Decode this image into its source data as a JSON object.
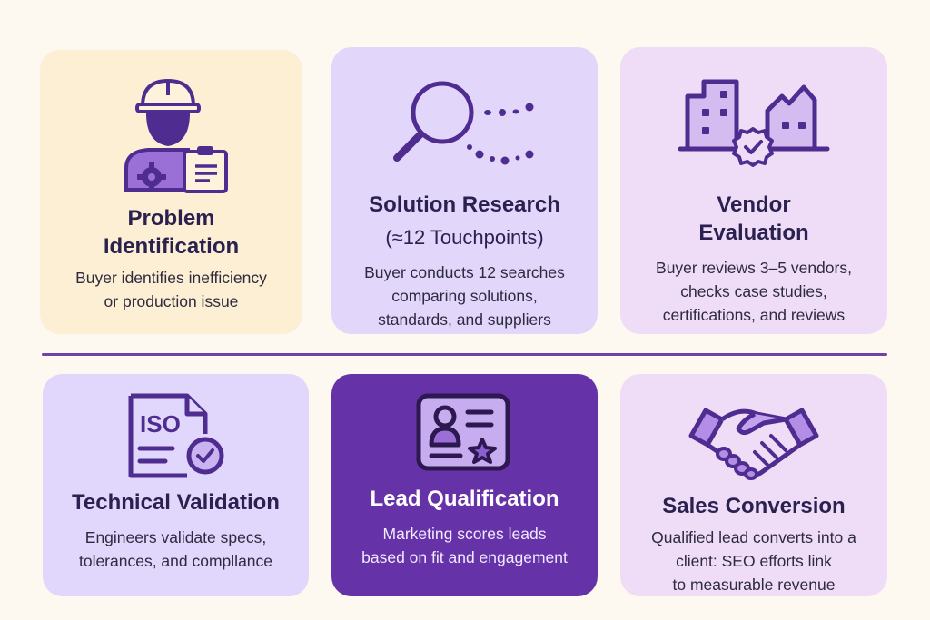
{
  "colors": {
    "background": "#fdf8f0",
    "icon_stroke": "#4f2c8f",
    "icon_fill": "#9a6fd6",
    "divider": "#6a44a6",
    "title_text": "#2a2150",
    "highlight_card": "#6632a8"
  },
  "top_row": [
    {
      "icon": "engineer-with-clipboard-icon",
      "title_line1": "Problem",
      "title_line2": "Identification",
      "description": "Buyer identifies inefficiency\nor production issue",
      "background": "#fcefd3"
    },
    {
      "icon": "magnifying-glass-with-dotted-trails-icon",
      "title": "Solution Research",
      "subtitle": "(≈12 Touchpoints)",
      "description": "Buyer conducts 12 searches\ncomparing solutions,\nstandards, and suppliers",
      "background": "#e2d7fb"
    },
    {
      "icon": "buildings-with-verified-badge-icon",
      "title_line1": "Vendor",
      "title_line2": "Evaluation",
      "description": "Buyer reviews 3–5 vendors,\nchecks case studies,\ncertifications, and reviews",
      "background": "#efdcf6"
    }
  ],
  "bottom_row": [
    {
      "icon": "iso-document-check-icon",
      "icon_text": "ISO",
      "title": "Technical Validation",
      "description": "Engineers validate specs,\ntolerances, and compllance",
      "background": "#e1d6fb"
    },
    {
      "icon": "id-card-with-star-icon",
      "title": "Lead Qualification",
      "description": "Marketing scores leads\nbased on fit and engagement",
      "background": "#6632a8"
    },
    {
      "icon": "handshake-icon",
      "title": "Sales Conversion",
      "description": "Qualified lead converts into a\nclient: SEO efforts link\nto measurable revenue",
      "background": "#efdcf6"
    }
  ]
}
